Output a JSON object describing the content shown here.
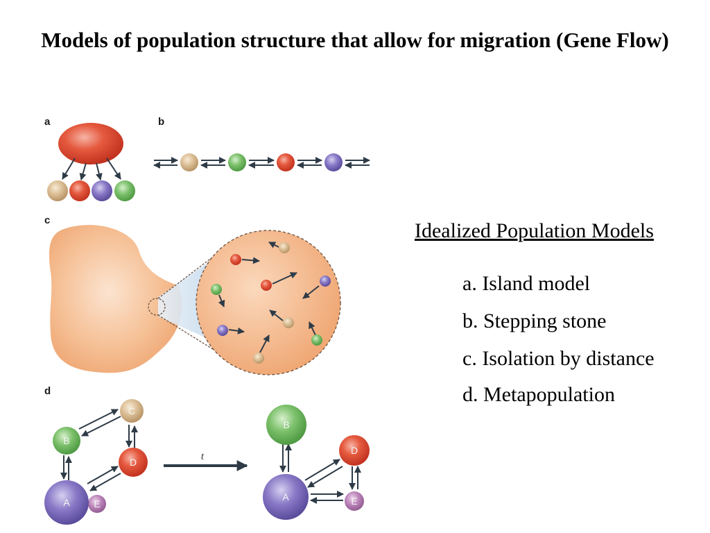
{
  "title": "Models of population structure that allow for migration (Gene Flow)",
  "figure": {
    "panel_letters": [
      "a",
      "b",
      "c",
      "d"
    ],
    "time_label": "t",
    "colors": {
      "red": "#d9452f",
      "tan": "#d9b68a",
      "green": "#6bb35e",
      "purple": "#7b6bb8",
      "pink": "#b67bb4",
      "orange_fill": "#f2b07e",
      "arrow": "#2e3b47"
    },
    "metapopulation": {
      "before": [
        "B",
        "C",
        "D",
        "A",
        "E"
      ],
      "after": [
        "B",
        "D",
        "A",
        "E"
      ]
    }
  },
  "legend": {
    "heading": "Idealized Population Models",
    "items": [
      "a. Island model",
      "b. Stepping stone",
      "c. Isolation by distance",
      "d. Metapopulation"
    ]
  }
}
